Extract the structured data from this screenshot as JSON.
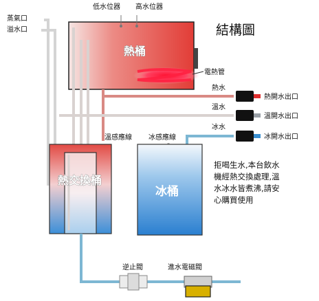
{
  "title": "結構圖",
  "labels": {
    "steam_outlet": "蒸氣口",
    "overflow_outlet": "溢水口",
    "low_level": "低水位器",
    "high_level": "高水位器",
    "hot_tank": "熱桶",
    "heater": "電熱管",
    "hot_water": "熱水",
    "warm_water": "溫水",
    "ice_water": "冰水",
    "hot_outlet": "熱開水出口",
    "warm_outlet": "溫開水出口",
    "ice_outlet": "冰開水出口",
    "temp_sensor": "溫感應線",
    "ice_sensor": "冰感應線",
    "heat_exchanger": "熱交換桶",
    "ice_tank": "冰桶",
    "check_valve": "逆止閥",
    "inlet_valve": "進水電磁閥"
  },
  "note_lines": [
    "拒喝生水,本台飲水",
    "機經熱交換處理,溫",
    "水冰水皆煮沸,請安",
    "心購買使用"
  ],
  "colors": {
    "hot_tank": "#e8504a",
    "pipe_hot": "#d98a84",
    "pipe_warm": "#d9d2d0",
    "pipe_cold": "#7db7d3",
    "ice_tank": "#2f86d2",
    "heater": "#e0202a"
  }
}
